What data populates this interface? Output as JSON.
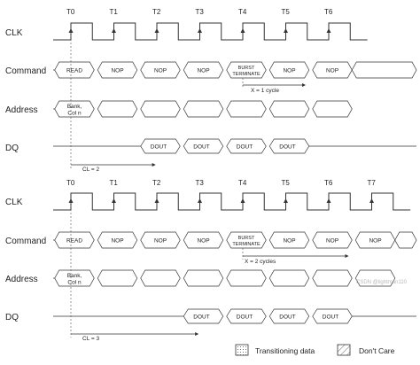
{
  "diagrams": [
    {
      "clock_labels": [
        "T0",
        "T1",
        "T2",
        "T3",
        "T4",
        "T5",
        "T6"
      ],
      "signals": {
        "clk": "CLK",
        "command": "Command",
        "address": "Address",
        "dq": "DQ"
      },
      "commands": [
        "READ",
        "NOP",
        "NOP",
        "NOP",
        "BURST TERMINATE",
        "NOP",
        "NOP"
      ],
      "address": "Bank, Col n",
      "dq_label": "DOUT",
      "dq_cycles": [
        2,
        3,
        4,
        5
      ],
      "cas_latency": "CL = 2",
      "x_note": "X = 1 cycle"
    },
    {
      "clock_labels": [
        "T0",
        "T1",
        "T2",
        "T3",
        "T4",
        "T5",
        "T6",
        "T7"
      ],
      "signals": {
        "clk": "CLK",
        "command": "Command",
        "address": "Address",
        "dq": "DQ"
      },
      "commands": [
        "READ",
        "NOP",
        "NOP",
        "NOP",
        "BURST TERMINATE",
        "NOP",
        "NOP",
        "NOP"
      ],
      "address": "Bank, Col n",
      "dq_label": "DOUT",
      "dq_cycles": [
        3,
        4,
        5,
        6
      ],
      "cas_latency": "CL = 3",
      "x_note": "X = 2 cycles"
    }
  ],
  "legend": {
    "transitioning": "Transitioning data",
    "dont_care": "Don't Care"
  },
  "watermark": "CSDN @lightman110",
  "colors": {
    "dout_fill": "#a9b7d8",
    "address_fill": "#b7e0d8",
    "line": "#333333"
  }
}
